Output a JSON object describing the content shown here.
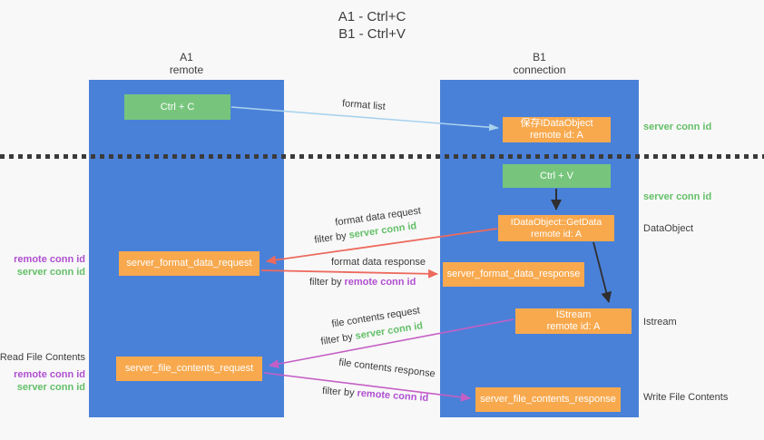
{
  "title": {
    "line1": "A1 - Ctrl+C",
    "line2": "B1 - Ctrl+V"
  },
  "columns": {
    "a": {
      "id": "A1",
      "name": "remote"
    },
    "b": {
      "id": "B1",
      "name": "connection"
    }
  },
  "nodes": {
    "ctrl_c": {
      "label": "Ctrl + C"
    },
    "save_obj": {
      "line1": "保存IDataObject",
      "line2": "remote id: A"
    },
    "ctrl_v": {
      "label": "Ctrl + V"
    },
    "getdata": {
      "line1": "IDataObject::GetData",
      "line2": "remote id: A"
    },
    "format_request": {
      "label": "server_format_data_request"
    },
    "format_response": {
      "label": "server_format_data_response"
    },
    "istream": {
      "line1": "IStream",
      "line2": "remote id: A"
    },
    "file_request": {
      "label": "server_file_contents_request"
    },
    "file_response": {
      "label": "server_file_contents_response"
    }
  },
  "arrow_labels": {
    "format_list": "format list",
    "format_data_request": "format data request",
    "format_data_response": "format data response",
    "file_contents_request": "file contents request",
    "file_contents_response": "file contents response",
    "filter_by": "filter by",
    "server_conn_id": "server conn id",
    "remote_conn_id": "remote conn id"
  },
  "side_labels": {
    "server_conn_id_top": "server conn id",
    "server_conn_id_mid": "server conn id",
    "dataobject": "DataObject",
    "istream": "Istream",
    "write_file_contents": "Write File Contents",
    "read_file_contents": "Read File Contents",
    "remote_conn_id": "remote conn id",
    "server_conn_id": "server conn id"
  },
  "colors": {
    "column_blue": "#4a81d8",
    "box_green": "#77c57d",
    "box_orange": "#f8a94e",
    "arrow_red": "#ed6a5e",
    "arrow_magenta": "#c55fc5",
    "arrow_lightblue": "#a9d2ee",
    "arrow_black": "#2f2f2f",
    "text_green": "#64bf68",
    "text_purple": "#b04fd0",
    "background": "#f8f8f8"
  }
}
